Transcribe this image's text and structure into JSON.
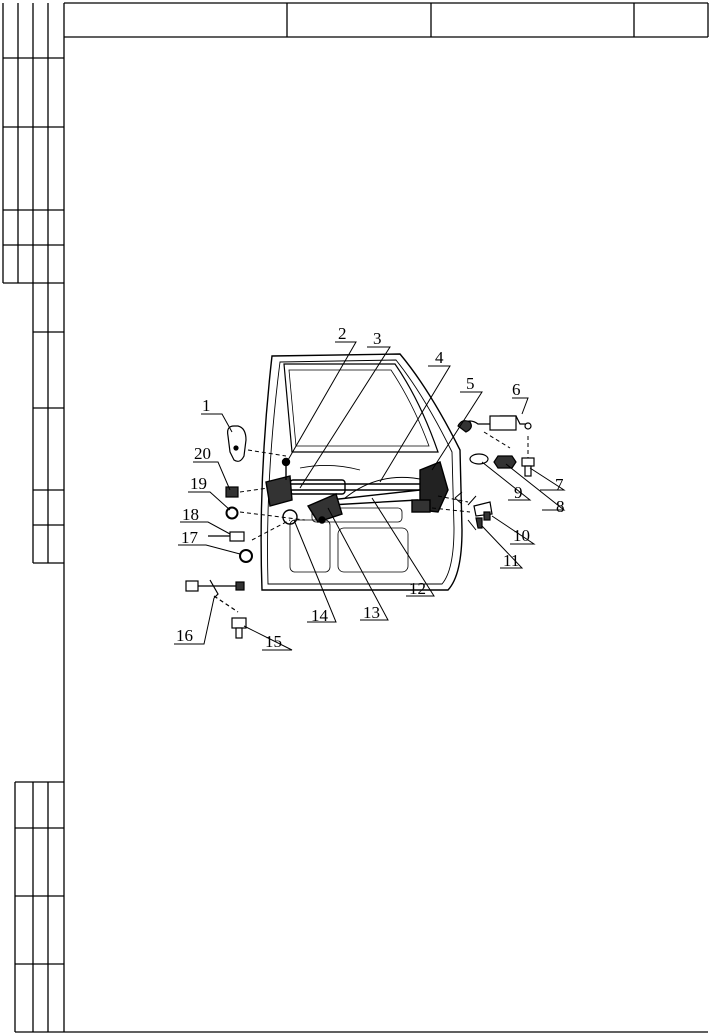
{
  "figure": {
    "callouts": [
      "1",
      "2",
      "3",
      "4",
      "5",
      "6",
      "7",
      "8",
      "9",
      "10",
      "11",
      "12",
      "13",
      "14",
      "15",
      "16",
      "17",
      "18",
      "19",
      "20"
    ]
  },
  "colors": {
    "ink": "#000000",
    "paper": "#ffffff"
  }
}
